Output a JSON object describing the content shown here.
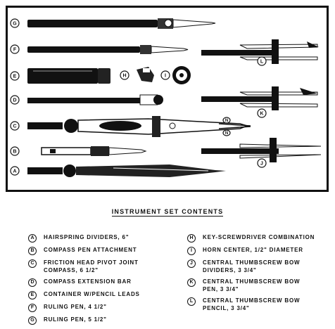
{
  "diagram": {
    "callouts": [
      "G",
      "F",
      "E",
      "H",
      "I",
      "D",
      "C",
      "B",
      "A",
      "L",
      "K",
      "J"
    ],
    "ellipse_labels": [
      "N",
      "N"
    ]
  },
  "legend": {
    "title": "INSTRUMENT SET CONTENTS",
    "left": [
      {
        "letter": "A",
        "text": "HAIRSPRING DIVIDERS, 6\""
      },
      {
        "letter": "B",
        "text": "COMPASS PEN ATTACHMENT"
      },
      {
        "letter": "C",
        "text": "FRICTION HEAD PIVOT JOINT\nCOMPASS, 6 1/2\""
      },
      {
        "letter": "D",
        "text": "COMPASS EXTENSION BAR"
      },
      {
        "letter": "E",
        "text": "CONTAINER W/PENCIL LEADS"
      },
      {
        "letter": "F",
        "text": "RULING PEN, 4 1/2\""
      },
      {
        "letter": "G",
        "text": "RULING PEN, 5 1/2\""
      }
    ],
    "right": [
      {
        "letter": "H",
        "text": "KEY-SCREWDRIVER COMBINATION"
      },
      {
        "letter": "I",
        "text": "HORN CENTER, 1/2\" DIAMETER"
      },
      {
        "letter": "J",
        "text": "CENTRAL THUMBSCREW BOW\nDIVIDERS, 3 3/4\""
      },
      {
        "letter": "K",
        "text": "CENTRAL THUMBSCREW BOW\nPEN, 3 3/4\""
      },
      {
        "letter": "L",
        "text": "CENTRAL THUMBSCREW BOW\nPENCIL, 3 3/4\""
      }
    ]
  }
}
